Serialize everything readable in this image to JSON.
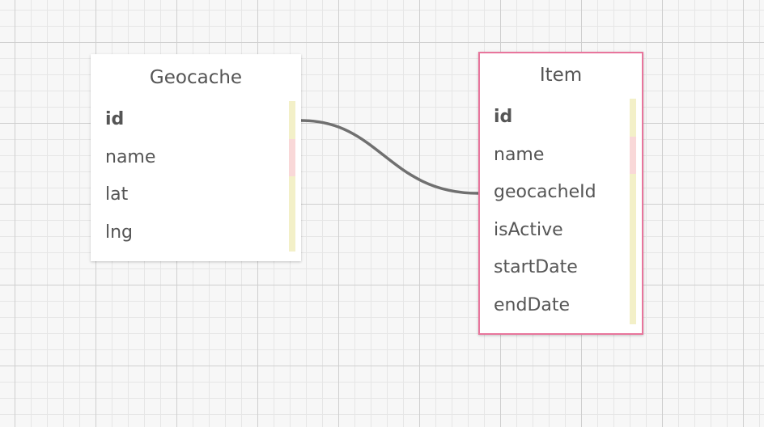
{
  "tables": {
    "geocache": {
      "title": "Geocache",
      "fields": [
        "id",
        "name",
        "lat",
        "lng"
      ]
    },
    "item": {
      "title": "Item",
      "fields": [
        "id",
        "name",
        "geocacheId",
        "isActive",
        "startDate",
        "endDate"
      ]
    }
  },
  "colors": {
    "selected_border": "#e8759c",
    "connector": "#707070",
    "bar_default": "#f3f0c8",
    "bar_highlight": "#f9d8d8",
    "text": "#555555"
  },
  "relations": [
    {
      "from": "geocache.id",
      "to": "item.geocacheId"
    }
  ]
}
